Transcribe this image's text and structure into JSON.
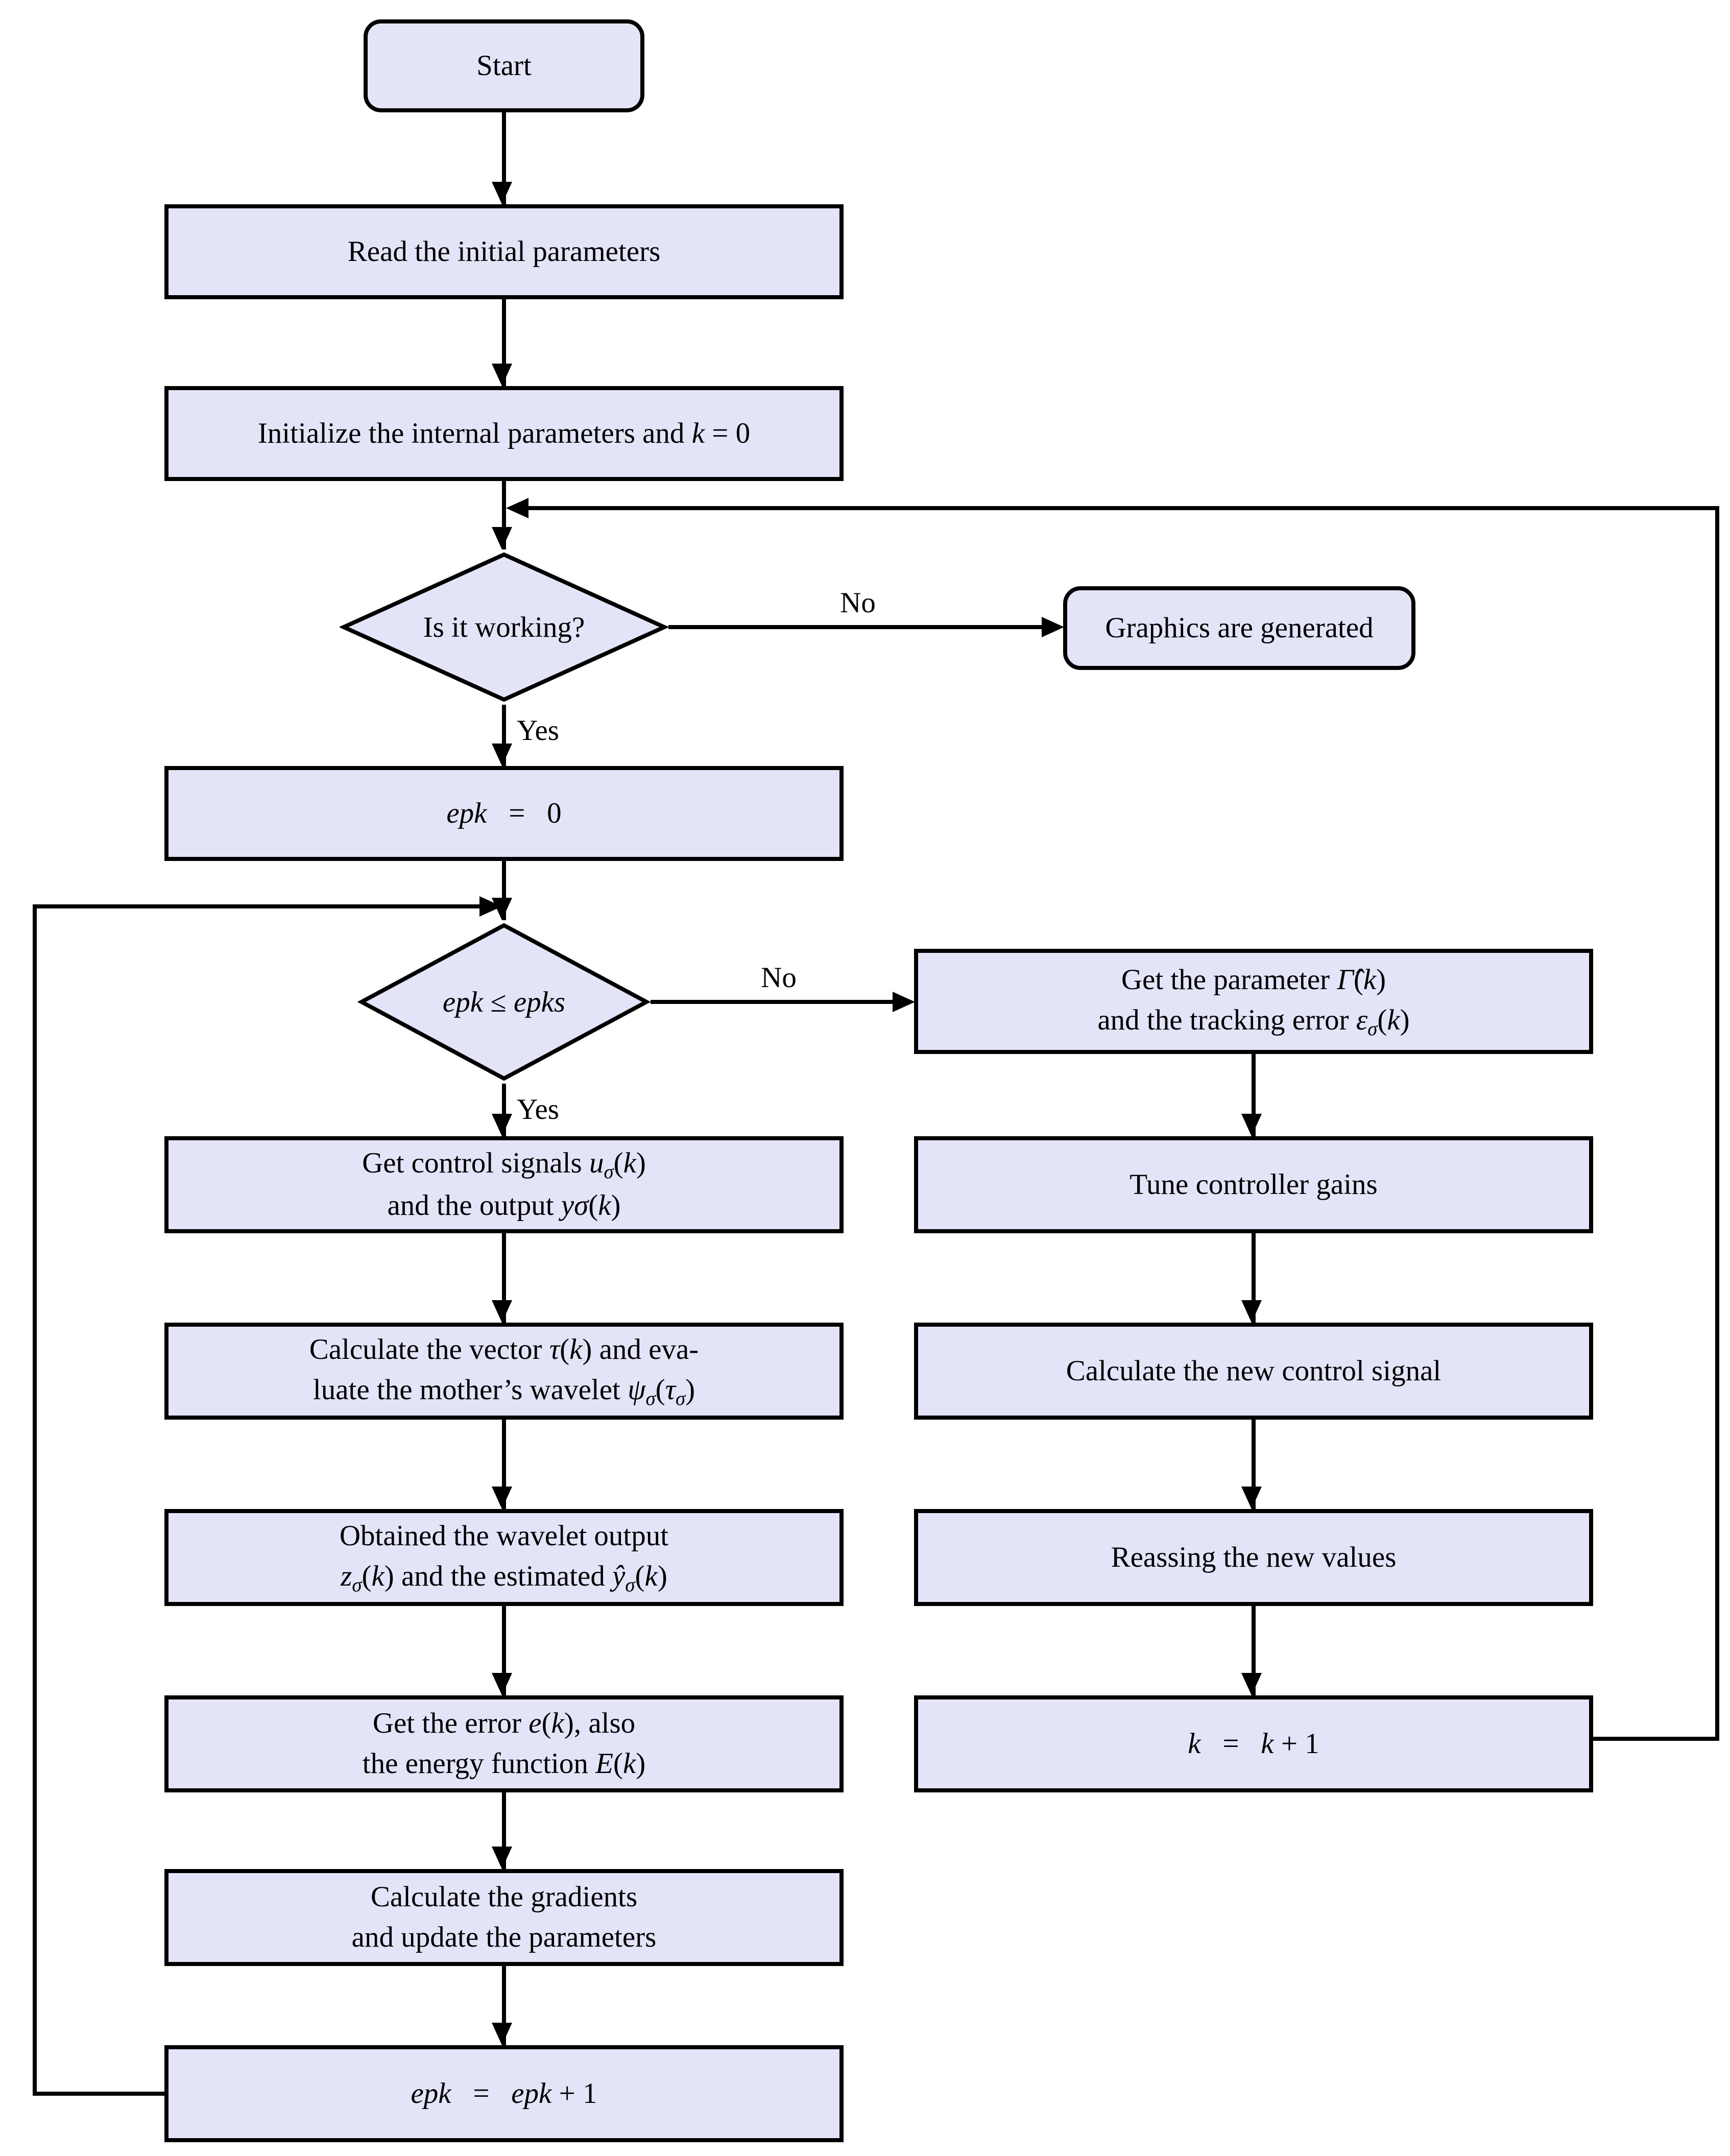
{
  "diagram": {
    "type": "flowchart",
    "colors": {
      "node_fill": "#e4e4f9",
      "node_border": "#000000",
      "connector": "#000000",
      "background": "#ffffff"
    },
    "nodes": {
      "start": {
        "shape": "rounded-rect",
        "lines": [
          [
            {
              "t": "Start"
            }
          ]
        ]
      },
      "read_params": {
        "shape": "rect",
        "lines": [
          [
            {
              "t": "Read the initial parameters"
            }
          ]
        ]
      },
      "init_params": {
        "shape": "rect",
        "lines": [
          [
            {
              "t": "Initialize the internal parameters and "
            },
            {
              "t": "k",
              "i": 1
            },
            {
              "t": " = 0"
            }
          ]
        ]
      },
      "is_working": {
        "shape": "diamond",
        "lines": [
          [
            {
              "t": "Is it working?"
            }
          ]
        ]
      },
      "graphics_generated": {
        "shape": "rounded-rect",
        "lines": [
          [
            {
              "t": "Graphics are generated"
            }
          ]
        ]
      },
      "epk_zero": {
        "shape": "rect",
        "lines": [
          [
            {
              "t": "epk",
              "i": 1
            },
            {
              "t": "   =   0"
            }
          ]
        ]
      },
      "epk_leq_epks": {
        "shape": "diamond",
        "lines": [
          [
            {
              "t": "epk",
              "i": 1
            },
            {
              "t": " ≤ "
            },
            {
              "t": "epks",
              "i": 1
            }
          ]
        ]
      },
      "get_parameter": {
        "shape": "rect",
        "lines": [
          [
            {
              "t": "Get the parameter "
            },
            {
              "t": "Γ̂",
              "i": 1
            },
            {
              "t": "("
            },
            {
              "t": "k",
              "i": 1
            },
            {
              "t": ")"
            }
          ],
          [
            {
              "t": "and the tracking error "
            },
            {
              "t": "ε",
              "i": 1
            },
            {
              "t": "σ",
              "i": 1,
              "sub": 1
            },
            {
              "t": "("
            },
            {
              "t": "k",
              "i": 1
            },
            {
              "t": ")"
            }
          ]
        ]
      },
      "get_control_signals": {
        "shape": "rect",
        "lines": [
          [
            {
              "t": "Get control signals "
            },
            {
              "t": "u",
              "i": 1
            },
            {
              "t": "σ",
              "i": 1,
              "sub": 1
            },
            {
              "t": "("
            },
            {
              "t": "k",
              "i": 1
            },
            {
              "t": ")"
            }
          ],
          [
            {
              "t": "and the output "
            },
            {
              "t": "yσ",
              "i": 1
            },
            {
              "t": "("
            },
            {
              "t": "k",
              "i": 1
            },
            {
              "t": ")"
            }
          ]
        ]
      },
      "tune_gains": {
        "shape": "rect",
        "lines": [
          [
            {
              "t": "Tune controller gains"
            }
          ]
        ]
      },
      "calc_vector_wavelet": {
        "shape": "rect",
        "lines": [
          [
            {
              "t": "Calculate the vector "
            },
            {
              "t": "τ",
              "i": 1
            },
            {
              "t": "("
            },
            {
              "t": "k",
              "i": 1
            },
            {
              "t": ") and eva-"
            }
          ],
          [
            {
              "t": "luate the mother’s wavelet "
            },
            {
              "t": "ψ",
              "i": 1
            },
            {
              "t": "σ",
              "i": 1,
              "sub": 1
            },
            {
              "t": "("
            },
            {
              "t": "τ",
              "i": 1
            },
            {
              "t": "σ",
              "i": 1,
              "sub": 1
            },
            {
              "t": ")"
            }
          ]
        ]
      },
      "calc_new_control": {
        "shape": "rect",
        "lines": [
          [
            {
              "t": "Calculate the new control signal"
            }
          ]
        ]
      },
      "wavelet_output": {
        "shape": "rect",
        "lines": [
          [
            {
              "t": "Obtained the wavelet output"
            }
          ],
          [
            {
              "t": "z",
              "i": 1
            },
            {
              "t": "σ",
              "i": 1,
              "sub": 1
            },
            {
              "t": "("
            },
            {
              "t": "k",
              "i": 1
            },
            {
              "t": ") and the estimated "
            },
            {
              "t": "ŷ",
              "i": 1
            },
            {
              "t": "σ",
              "i": 1,
              "sub": 1
            },
            {
              "t": "("
            },
            {
              "t": "k",
              "i": 1
            },
            {
              "t": ")"
            }
          ]
        ]
      },
      "reassing_values": {
        "shape": "rect",
        "lines": [
          [
            {
              "t": "Reassing the new values"
            }
          ]
        ]
      },
      "get_error_energy": {
        "shape": "rect",
        "lines": [
          [
            {
              "t": "Get the error "
            },
            {
              "t": "e",
              "i": 1
            },
            {
              "t": "("
            },
            {
              "t": "k",
              "i": 1
            },
            {
              "t": "), also"
            }
          ],
          [
            {
              "t": "the energy function "
            },
            {
              "t": "E",
              "i": 1
            },
            {
              "t": "("
            },
            {
              "t": "k",
              "i": 1
            },
            {
              "t": ")"
            }
          ]
        ]
      },
      "k_increment": {
        "shape": "rect",
        "lines": [
          [
            {
              "t": "k",
              "i": 1
            },
            {
              "t": "   =   "
            },
            {
              "t": "k",
              "i": 1
            },
            {
              "t": " + 1"
            }
          ]
        ]
      },
      "calc_gradients": {
        "shape": "rect",
        "lines": [
          [
            {
              "t": "Calculate the gradients"
            }
          ],
          [
            {
              "t": "and update the parameters"
            }
          ]
        ]
      },
      "epk_increment": {
        "shape": "rect",
        "lines": [
          [
            {
              "t": "epk",
              "i": 1
            },
            {
              "t": "   =   "
            },
            {
              "t": "epk",
              "i": 1
            },
            {
              "t": " + 1"
            }
          ]
        ]
      }
    },
    "edge_labels": {
      "is_working_no": "No",
      "is_working_yes": "Yes",
      "epk_no": "No",
      "epk_yes": "Yes"
    }
  }
}
